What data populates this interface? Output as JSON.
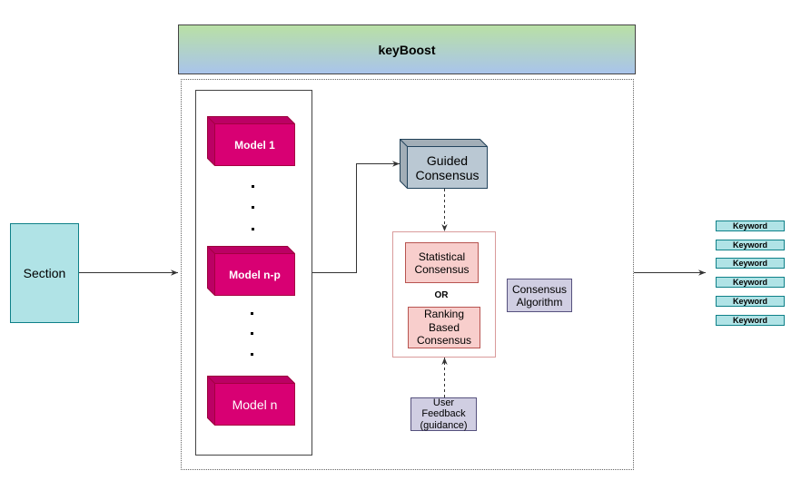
{
  "title": "keyBoost",
  "input": {
    "label": "Section"
  },
  "models": [
    {
      "label": "Model 1"
    },
    {
      "label": "Model n-p"
    },
    {
      "label": "Model n"
    }
  ],
  "guided_consensus": {
    "label": "Guided Consensus"
  },
  "consensus": {
    "statistical": "Statistical Consensus",
    "separator": "OR",
    "ranking": "Ranking Based Consensus"
  },
  "consensus_algorithm": {
    "label": "Consensus Algorithm"
  },
  "user_feedback": {
    "label": "User Feedback (guidance)"
  },
  "output": {
    "keywords": [
      "Keyword",
      "Keyword",
      "Keyword",
      "Keyword",
      "Keyword",
      "Keyword"
    ]
  },
  "colors": {
    "header_top": "#b9e0a5",
    "header_bottom": "#a9c4eb",
    "io_fill": "#b0e3e6",
    "io_stroke": "#0e8088",
    "model_fill": "#d80073",
    "model_stroke": "#a50040",
    "model_text": "#ffffff",
    "guided_fill": "#bac8d3",
    "guided_stroke": "#23445d",
    "consensus_group_stroke": "#d99b9b",
    "option_fill": "#f8cecc",
    "option_stroke": "#b85450",
    "algorithm_fill": "#d0cee2",
    "algorithm_stroke": "#56517e"
  }
}
